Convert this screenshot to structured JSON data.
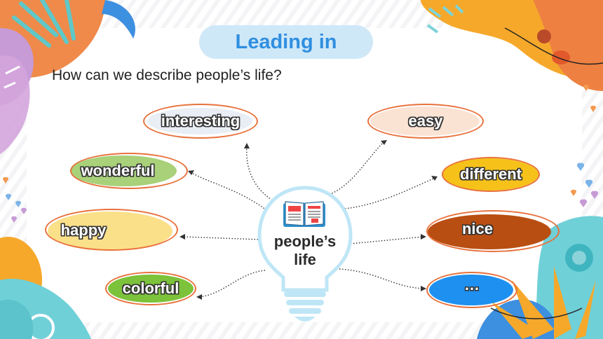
{
  "header": {
    "title": "Leading in"
  },
  "question": "How can we describe people’s life?",
  "center": {
    "line1": "people’s",
    "line2": "life",
    "icon": "open-book-icon"
  },
  "words": {
    "interesting": "interesting",
    "easy": "easy",
    "wonderful": "wonderful",
    "different": "different",
    "happy": "happy",
    "nice": "nice",
    "colorful": "colorful",
    "more": "…"
  },
  "colors": {
    "title_bg": "#cfe8f8",
    "title_text": "#2f8fe0",
    "accent_orange": "#e8713c",
    "accent_teal": "#6fd0d8",
    "accent_blue": "#3d8fe0",
    "accent_purple": "#c79bd6",
    "accent_yellow": "#f6b637",
    "bulb": "#bfe6f6"
  }
}
